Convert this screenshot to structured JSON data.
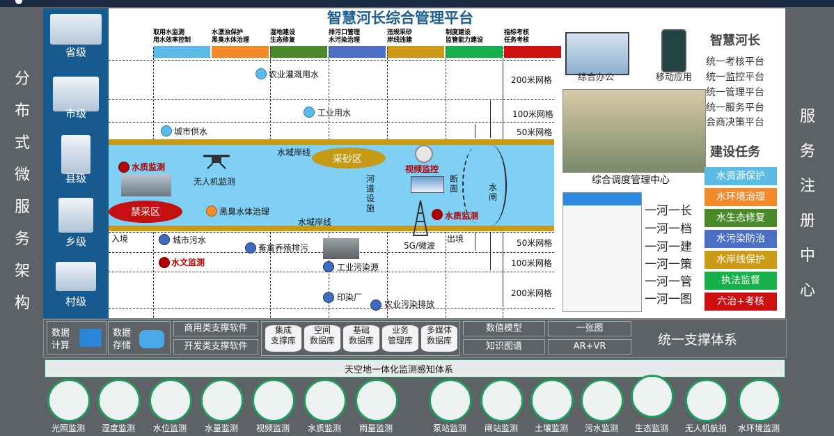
{
  "left_column": [
    "分",
    "布",
    "式",
    "微",
    "服",
    "务",
    "架",
    "构"
  ],
  "right_column": [
    "服",
    "务",
    "注",
    "册",
    "中",
    "心"
  ],
  "levels": [
    "省级",
    "市级",
    "县级",
    "乡级",
    "村级"
  ],
  "title": "智慧河长综合管理平台",
  "task_headers": [
    {
      "line1": "取用水监测",
      "line2": "用水效率控制",
      "color": "#5bbbe7"
    },
    {
      "line1": "水漂浊保护",
      "line2": "黑臭水体治理",
      "color": "#f08a2a"
    },
    {
      "line1": "湿地建设",
      "line2": "生态修复",
      "color": "#4a8a2a"
    },
    {
      "line1": "排污口管理",
      "line2": "水污染治理",
      "color": "#4b6fc4"
    },
    {
      "line1": "违规采砂",
      "line2": "岸线违建",
      "color": "#cc9a17"
    },
    {
      "line1": "制度建设",
      "line2": "监管能力建设",
      "color": "#17b04a"
    },
    {
      "line1": "指标考核",
      "line2": "任务考核",
      "color": "#cc1010"
    }
  ],
  "map": {
    "agri_water": "农业灌溉用水",
    "industry_water": "工业用水",
    "city_supply": "城市供水",
    "shore_top": "水域岸线",
    "shore_bottom": "水域岸线",
    "sand_zone": "采砂区",
    "water_quality_left": "水质监测",
    "drone": "无人机监测",
    "video": "视频监控",
    "river_facility": [
      "河",
      "道",
      "设",
      "施"
    ],
    "section": [
      "断",
      "面"
    ],
    "gate": [
      "水",
      "闸"
    ],
    "forbidden": "禁采区",
    "black_water": "黑臭水体治理",
    "water_quality_right": "水质监测",
    "wave": "5G/微波",
    "entry": "入境",
    "exit": "出境",
    "city_sewage": "城市污水",
    "livestock": "畜禽养殖排污",
    "hydrology": "水文监测",
    "industry_pollution": "工业污染源",
    "dye_factory": "印染厂",
    "agri_pollution": "农业污染排放",
    "grid_200_top": "200米网格",
    "grid_100_top": "100米网格",
    "grid_50_top": "50米网格",
    "grid_50_bottom": "50米网格",
    "grid_100_bottom": "100米网格",
    "grid_200_bottom": "200米网格"
  },
  "apps": {
    "office": "综合办公",
    "mobile": "移动应用",
    "dispatch": "综合调度管理中心"
  },
  "smart_title": "智慧河长",
  "platforms": [
    "统一考核平台",
    "统一监控平台",
    "统一管理平台",
    "统一服务平台",
    "会商决策平台"
  ],
  "tasks_title": "建设任务",
  "tasks": [
    {
      "label": "水资源保护",
      "color": "#5bbbe7"
    },
    {
      "label": "水环境治理",
      "color": "#f08a2a"
    },
    {
      "label": "水生态修复",
      "color": "#4a8a2a"
    },
    {
      "label": "水污染防治",
      "color": "#4b6fc4"
    },
    {
      "label": "水岸线保护",
      "color": "#cc9a17"
    },
    {
      "label": "执法监督",
      "color": "#17b04a"
    },
    {
      "label": "六治+考核",
      "color": "#cc1010"
    }
  ],
  "one_river": [
    "一河一长",
    "一河一档",
    "一河一建",
    "一河一策",
    "一河一管",
    "一河一图"
  ],
  "support": {
    "compute": [
      "数据",
      "计算"
    ],
    "storage": [
      "数据",
      "存储"
    ],
    "commercial": "商用类支撑软件",
    "dev": "开发类支撑软件",
    "dbs": [
      [
        "集成",
        "支撑库"
      ],
      [
        "空间",
        "数据库"
      ],
      [
        "基础",
        "数据库"
      ],
      [
        "业务",
        "管理库"
      ],
      [
        "多媒体",
        "数据库"
      ]
    ],
    "numeric": "数值模型",
    "knowledge": "知识图谱",
    "onemap": "一张图",
    "arvr": "AR+VR",
    "system": "统一支撑体系"
  },
  "sensing_title": "天空地一体化监测感知体系",
  "sensors": [
    "光照监测",
    "湿度监测",
    "水位监测",
    "水量监测",
    "视频监测",
    "水质监测",
    "雨量监测",
    "泵站监测",
    "闸站监测",
    "土壤监测",
    "污水监测",
    "生态监测",
    "无人机航拍",
    "水环境监测"
  ]
}
